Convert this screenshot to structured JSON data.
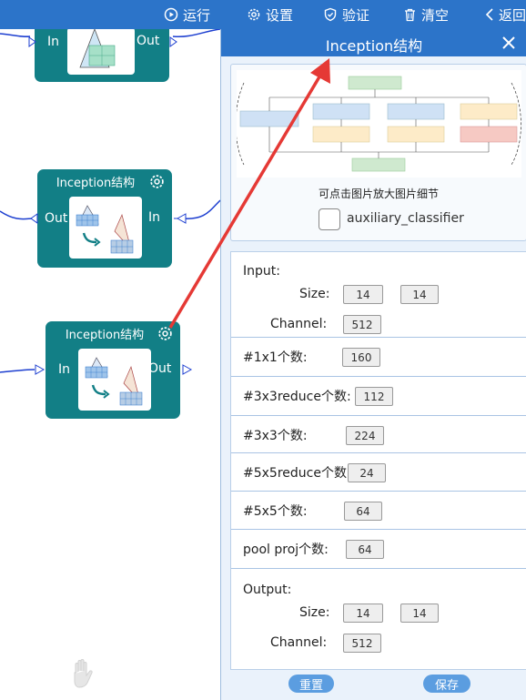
{
  "toolbar": {
    "run_label": "运行",
    "settings_label": "设置",
    "validate_label": "验证",
    "clear_label": "清空",
    "back_label": "返回"
  },
  "canvas": {
    "node_top": {
      "in_label": "In",
      "out_label": "Out"
    },
    "node_middle": {
      "title": "Inception结构",
      "in_label": "In",
      "out_label": "Out"
    },
    "node_bottom": {
      "title": "Inception结构",
      "in_label": "In",
      "out_label": "Out"
    }
  },
  "panel": {
    "title": "Inception结构",
    "diagram_hint": "可点击图片放大图片细节",
    "aux_label": "auxiliary_classifier",
    "aux_checked": false,
    "input": {
      "heading": "Input:",
      "size_label": "Size:",
      "size_h": "14",
      "size_w": "14",
      "channel_label": "Channel:",
      "channel": "512"
    },
    "params": [
      {
        "label": "#1x1个数:",
        "value": "160"
      },
      {
        "label": "#3x3reduce个数:",
        "value": "112"
      },
      {
        "label": "#3x3个数:",
        "value": "224"
      },
      {
        "label": "#5x5reduce个数:",
        "value": "24"
      },
      {
        "label": "#5x5个数:",
        "value": "64"
      },
      {
        "label": "pool proj个数:",
        "value": "64"
      }
    ],
    "output": {
      "heading": "Output:",
      "size_label": "Size:",
      "size_h": "14",
      "size_w": "14",
      "channel_label": "Channel:",
      "channel": "512"
    },
    "reset_label": "重置",
    "save_label": "保存"
  },
  "colors": {
    "toolbar": "#2c74c9",
    "node": "#127f86",
    "panel_bg": "#eaf2fb",
    "button": "#5b9de0",
    "wire": "#1d3fd0",
    "annotation_arrow": "#e53935"
  }
}
